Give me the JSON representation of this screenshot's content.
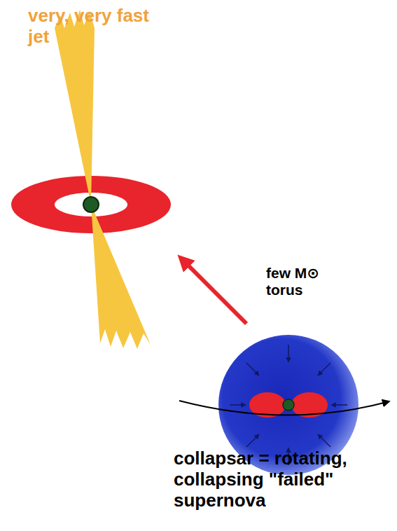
{
  "diagram": {
    "labels": [
      "very, very fast jet",
      "few M⊙ torus",
      "collapsar = rotating, collapsing \"failed\" supernova"
    ]
  }
}
